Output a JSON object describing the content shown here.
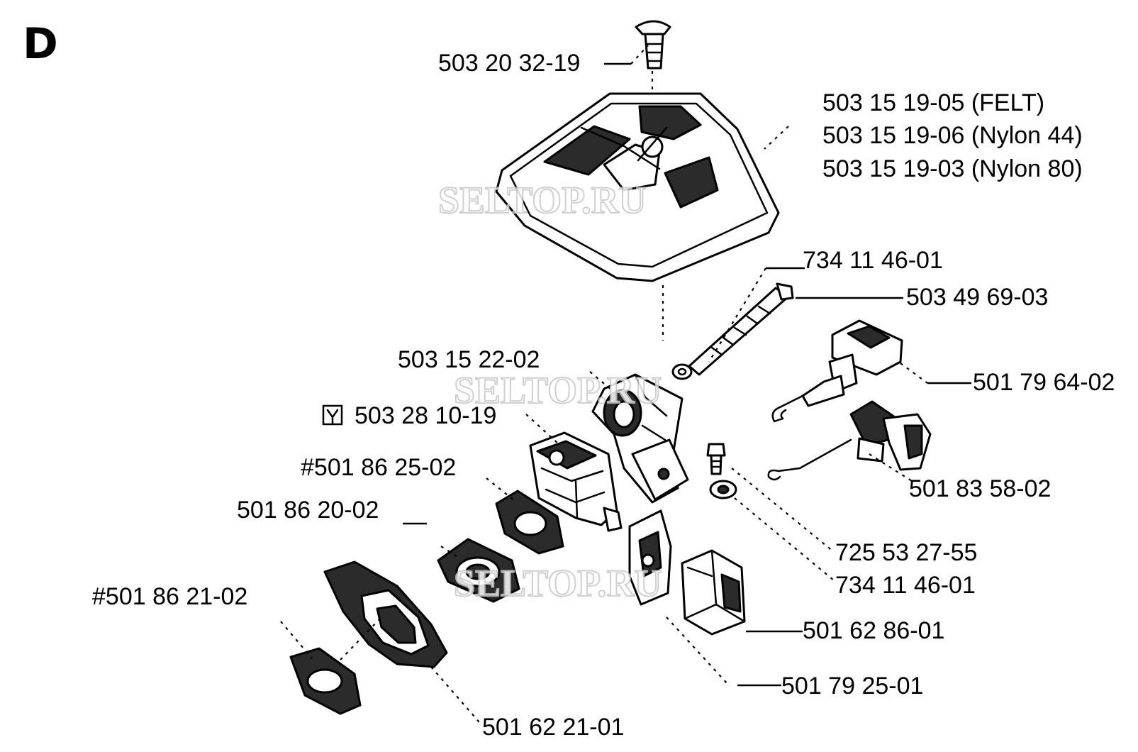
{
  "diagram": {
    "section_letter": "D",
    "watermark": "SELTOP.RU",
    "labels": [
      {
        "id": "screw-top",
        "text": "503 20 32-19"
      },
      {
        "id": "filter-felt",
        "text": "503 15 19-05 (FELT)"
      },
      {
        "id": "filter-nylon44",
        "text": "503 15 19-06 (Nylon 44)"
      },
      {
        "id": "filter-nylon80",
        "text": "503 15 19-03 (Nylon 80)"
      },
      {
        "id": "nut-upper",
        "text": "734 11 46-01"
      },
      {
        "id": "stud-bolt",
        "text": "503 49 69-03"
      },
      {
        "id": "bracket",
        "text": "503 15 22-02"
      },
      {
        "id": "lever-assembly",
        "text": "501 79 64-02"
      },
      {
        "id": "carburetor",
        "text": "503 28 10-19"
      },
      {
        "id": "gasket-carb",
        "text": "#501 86 25-02"
      },
      {
        "id": "throttle-link",
        "text": "501 83 58-02"
      },
      {
        "id": "insulator",
        "text": "501 86 20-02"
      },
      {
        "id": "screw-mid",
        "text": "725 53 27-55"
      },
      {
        "id": "nut-lower",
        "text": "734 11 46-01"
      },
      {
        "id": "gasket-lower",
        "text": "#501 86 21-02"
      },
      {
        "id": "cover-block",
        "text": "501 62 86-01"
      },
      {
        "id": "plate",
        "text": "501 79 25-01"
      },
      {
        "id": "intake-flange",
        "text": "501 62 21-01"
      }
    ]
  }
}
